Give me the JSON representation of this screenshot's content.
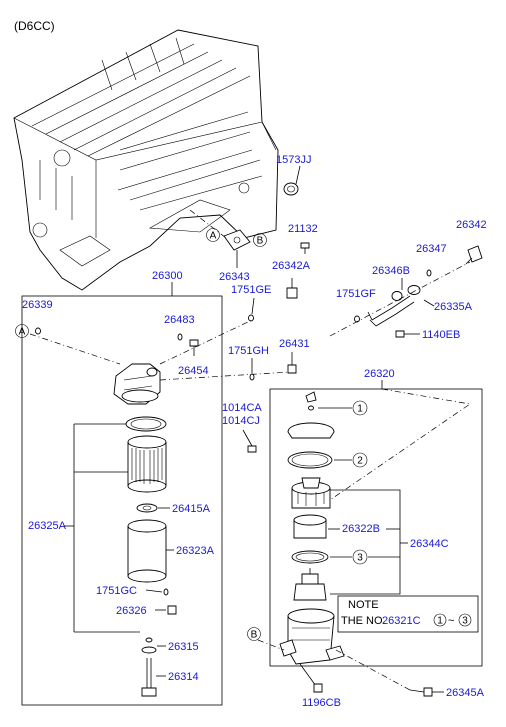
{
  "header": {
    "engine_code": "(D6CC)"
  },
  "parts": {
    "p1573JJ": "1573JJ",
    "p21132": "21132",
    "p26342": "26342",
    "p26347": "26347",
    "p26346B": "26346B",
    "p26343": "26343",
    "p26342A": "26342A",
    "p26300": "26300",
    "p1751GE": "1751GE",
    "p1751GF": "1751GF",
    "p26335A": "26335A",
    "p26339": "26339",
    "p26483": "26483",
    "p1140EB": "1140EB",
    "p1751GH": "1751GH",
    "p26431": "26431",
    "p26454": "26454",
    "p26320": "26320",
    "p1014CA": "1014CA",
    "p1014CJ": "1014CJ",
    "p26415A": "26415A",
    "p26325A": "26325A",
    "p26322B": "26322B",
    "p26344C": "26344C",
    "p26323A": "26323A",
    "p1751GC": "1751GC",
    "p26326": "26326",
    "p26315": "26315",
    "p26314": "26314",
    "p1196CB": "1196CB",
    "p26345A": "26345A"
  },
  "callouts": {
    "A1": "A",
    "B1": "B",
    "A2": "A",
    "B2": "B",
    "c1": "1",
    "c2": "2",
    "c3": "3",
    "n1": "1",
    "n3": "3"
  },
  "note": {
    "title": "NOTE",
    "prefix": "THE NO.",
    "part": "26321C",
    "range_sep": "~"
  }
}
